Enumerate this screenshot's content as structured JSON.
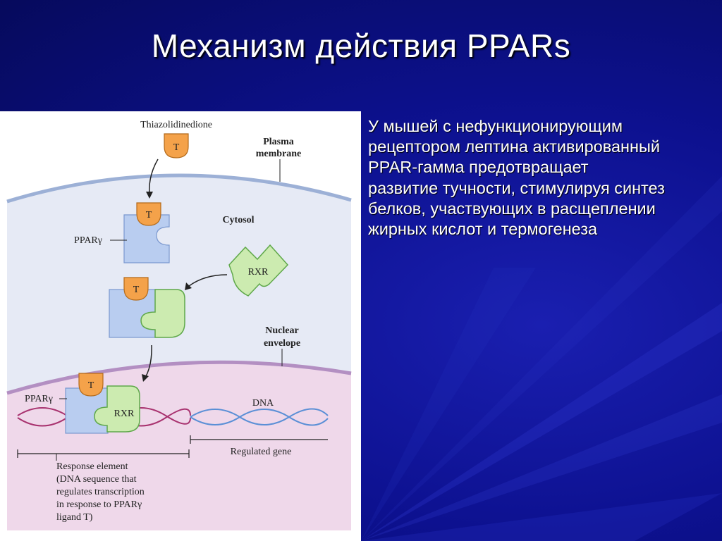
{
  "slide": {
    "title": "Механизм действия PPARs",
    "body_lines": [
      "У мышей с нефункционирующим",
      "рецептором лептина активированный",
      "PPAR-гамма предотвращает",
      "развитие тучности, стимулируя синтез",
      "белков, участвующих в расщеплении",
      "жирных кислот и термогенеза"
    ]
  },
  "diagram": {
    "labels": {
      "ligand": "Thiazolidinedione",
      "plasma_membrane": [
        "Plasma",
        "membrane"
      ],
      "cytosol": "Cytosol",
      "ppar": "PPARγ",
      "rxr": "RXR",
      "ligand_letter": "T",
      "nuclear_envelope": [
        "Nuclear",
        "envelope"
      ],
      "dna": "DNA",
      "regulated_gene": "Regulated gene",
      "response_element": [
        "Response element",
        "(DNA sequence that",
        "regulates transcription",
        "in response to PPARγ",
        "ligand T)"
      ]
    },
    "colors": {
      "ligand_orange": "#f4a24a",
      "ppar_blue": "#b9cdf0",
      "rxr_green": "#ccebb0",
      "cytosol": "#e6eaf5",
      "nucleus": "#efd8ea",
      "dna_red": "#a8326f",
      "dna_blue": "#5a8fd6"
    }
  }
}
